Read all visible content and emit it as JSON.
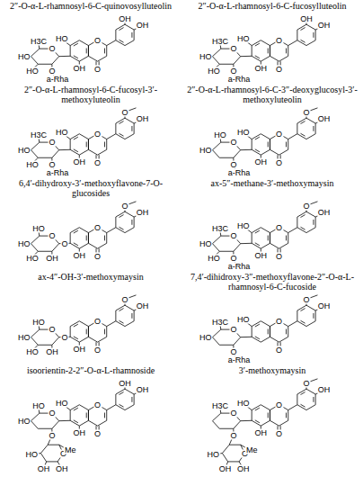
{
  "diagram": {
    "labels": [
      "2″-O-α-L-rhamnosyl-6-C-quinovosylluteolin",
      "2″-O-α-L-rhamnosyl-6-C-fucosylluteolin",
      "H3C",
      "O",
      "HO",
      "HO",
      "O",
      "a-Rha",
      "HO",
      "OH",
      "O",
      "O",
      "OH",
      "OH",
      "H3C",
      "O",
      "HO",
      "HO",
      "O",
      "a-Rha",
      "HO",
      "OH",
      "O",
      "O",
      "OH",
      "OH",
      "2″-O-α-L-rhamnosyl-6-C-fucosyl-3′-methoxyluteolin",
      "2″-O-α-L-rhamnosyl-6-C-3″-deoxyglucosyl-3′-methoxyluteolin",
      "H3C",
      "O",
      "HO",
      "HO",
      "O",
      "a-Rha",
      "HO",
      "OH",
      "O",
      "O",
      "O",
      "OH",
      "HO",
      "O",
      "HO",
      "O",
      "a-Rha",
      "HO",
      "OH",
      "O",
      "O",
      "O",
      "OH",
      "6,4′-dihydroxy-3′-methoxyflavone-7-O-glucosides",
      "ax-5″-methane-3′-methoxymaysin",
      "HO",
      "O",
      "HO",
      "HO",
      "OH",
      "O",
      "OH",
      "O",
      "O",
      "O",
      "OH",
      "H3C",
      "O",
      "HO",
      "HO",
      "O",
      "a-Rha",
      "HO",
      "OH",
      "O",
      "O",
      "O",
      "OH",
      "ax-4″-OH-3′-methoxymaysin",
      "7,4′-dihidroxy-3″-methoxyflavone-2″-O-α-L-rhamnosyl-6-C-fucoside",
      "HO",
      "O",
      "HO",
      "HO",
      "OH",
      "O",
      "OH",
      "O",
      "O",
      "O",
      "OH",
      "H3C",
      "O",
      "HO",
      "O",
      "a-Rha",
      "HO",
      "O",
      "O",
      "O",
      "OH",
      "isoorientin-2-2″-O-α-L-rhamnoside",
      "3′-methoxymaysin",
      "HO",
      "O",
      "HO",
      "O",
      "O",
      "Me",
      "HO",
      "OH",
      "OH",
      "HO",
      "OH",
      "O",
      "O",
      "OH",
      "OH",
      "H3C",
      "O",
      "O",
      "O",
      "Me",
      "HO",
      "OH",
      "OH",
      "HO",
      "OH",
      "O",
      "O",
      "O",
      "OH"
    ]
  }
}
